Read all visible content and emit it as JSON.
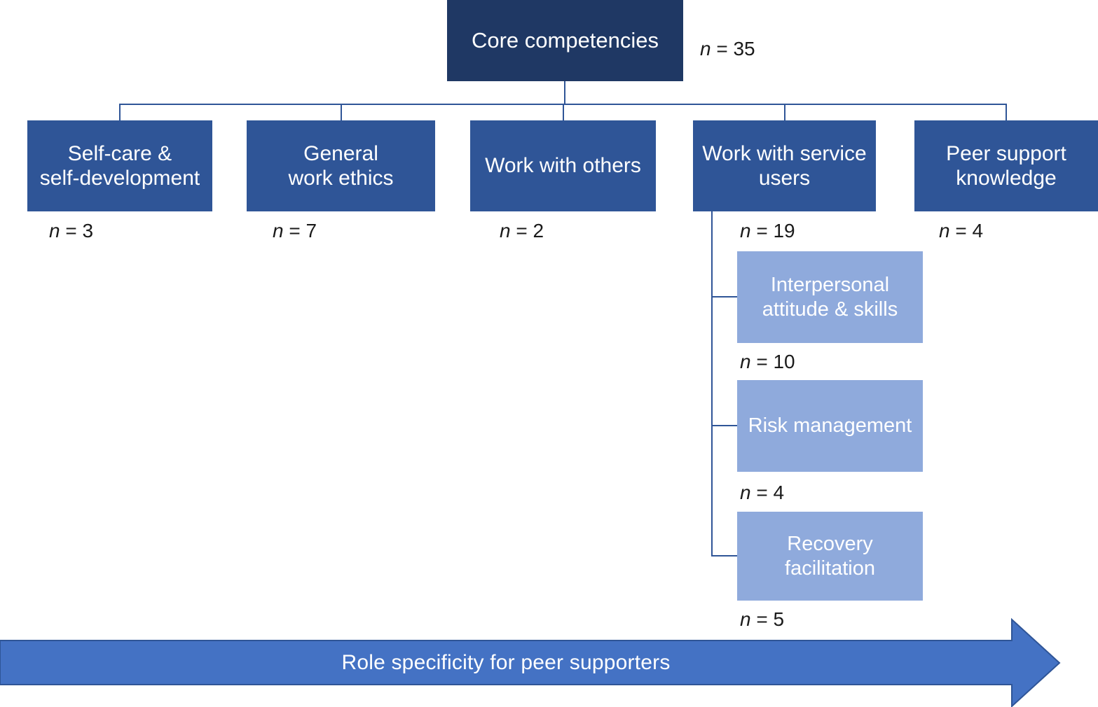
{
  "diagram": {
    "type": "hierarchy-tree",
    "root": {
      "label": "Core competencies",
      "n_label": "n = 35",
      "n": 35
    },
    "level2": [
      {
        "label": "Self-care &\nself-development",
        "n_label": "n = 3",
        "n": 3
      },
      {
        "label": "General\nwork ethics",
        "n_label": "n = 7",
        "n": 7
      },
      {
        "label": "Work with others",
        "n_label": "n = 2",
        "n": 2
      },
      {
        "label": "Work with service\nusers",
        "n_label": "n = 19",
        "n": 19
      },
      {
        "label": "Peer support\nknowledge",
        "n_label": "n = 4",
        "n": 4
      }
    ],
    "level3_parent": "Work with service users",
    "level3": [
      {
        "label": "Interpersonal\nattitude & skills",
        "n_label": "n = 10",
        "n": 10
      },
      {
        "label": "Risk management",
        "n_label": "n = 4",
        "n": 4
      },
      {
        "label": "Recovery\nfacilitation",
        "n_label": "n = 5",
        "n": 5
      }
    ],
    "axis_arrow": {
      "label": "Role specificity for peer supporters",
      "direction": "right"
    },
    "colors": {
      "root_box": "#1F3864",
      "level2_box": "#2F5597",
      "level3_box": "#8FAADC",
      "arrow": "#4472C4",
      "connector_line": "#2F5597",
      "box_text": "#FFFFFF",
      "n_label_text": "#1A1A1A",
      "background": "#FFFFFF"
    }
  }
}
